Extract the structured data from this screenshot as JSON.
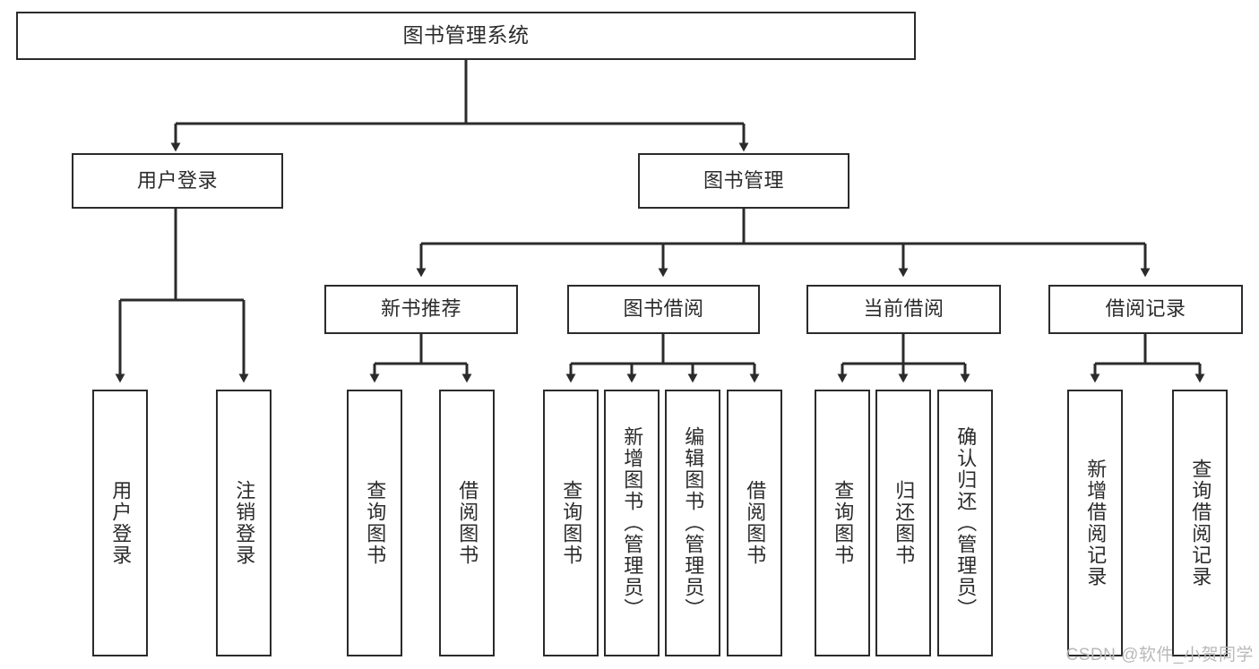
{
  "diagram": {
    "title": "图书管理系统",
    "type": "tree-hierarchy",
    "colors": {
      "box_border": "#2b2b2b",
      "box_fill": "#ffffff",
      "edge": "#2b2b2b",
      "background": "#ffffff",
      "watermark": "#b9b9b9"
    },
    "nodes": {
      "root": {
        "label": "图书管理系统"
      },
      "level2": [
        {
          "id": "user-login",
          "label": "用户登录"
        },
        {
          "id": "book-management",
          "label": "图书管理"
        }
      ],
      "level3": [
        {
          "id": "new-book-recommend",
          "label": "新书推荐"
        },
        {
          "id": "book-borrow",
          "label": "图书借阅"
        },
        {
          "id": "current-borrow",
          "label": "当前借阅"
        },
        {
          "id": "borrow-record",
          "label": "借阅记录"
        }
      ],
      "leaves": {
        "user-login": [
          {
            "id": "leaf-user-login",
            "label": "用户登录"
          },
          {
            "id": "leaf-logout-login",
            "label": "注销登录"
          }
        ],
        "new-book-recommend": [
          {
            "id": "leaf-query-book-1",
            "label": "查询图书"
          },
          {
            "id": "leaf-borrow-book-1",
            "label": "借阅图书"
          }
        ],
        "book-borrow": [
          {
            "id": "leaf-query-book-2",
            "label": "查询图书"
          },
          {
            "id": "leaf-add-book",
            "label": "新增图书（管理员）"
          },
          {
            "id": "leaf-edit-book",
            "label": "编辑图书（管理员）"
          },
          {
            "id": "leaf-borrow-book-2",
            "label": "借阅图书"
          }
        ],
        "current-borrow": [
          {
            "id": "leaf-query-book-3",
            "label": "查询图书"
          },
          {
            "id": "leaf-return-book",
            "label": "归还图书"
          },
          {
            "id": "leaf-confirm-return",
            "label": "确认归还（管理员）"
          }
        ],
        "borrow-record": [
          {
            "id": "leaf-add-record",
            "label": "新增借阅记录"
          },
          {
            "id": "leaf-query-record",
            "label": "查询借阅记录"
          }
        ]
      }
    },
    "watermark": "CSDN @软件_小贺同学"
  }
}
